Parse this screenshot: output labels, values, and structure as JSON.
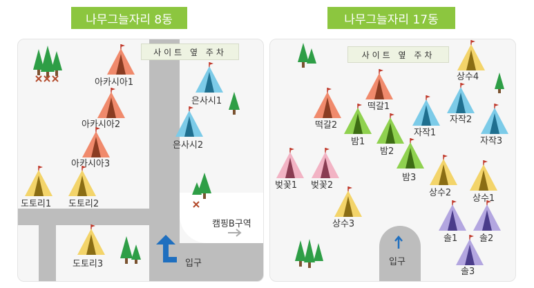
{
  "left_panel": {
    "title": "나무그늘자리 8동",
    "sign": "사이트 옆 주차",
    "entrance": "입구",
    "camping_b": "캠핑B구역",
    "sites": [
      {
        "label": "아카시아1",
        "color": "#f08a6c"
      },
      {
        "label": "아카시아2",
        "color": "#f08a6c"
      },
      {
        "label": "아카시아3",
        "color": "#f08a6c"
      },
      {
        "label": "은사시1",
        "color": "#7ccbe8"
      },
      {
        "label": "은사시2",
        "color": "#7ccbe8"
      },
      {
        "label": "도토리1",
        "color": "#f3d46a"
      },
      {
        "label": "도토리2",
        "color": "#f3d46a"
      },
      {
        "label": "도토리3",
        "color": "#f3d46a"
      }
    ]
  },
  "right_panel": {
    "title": "나무그늘자리 17동",
    "sign": "사이트 옆 주차",
    "entrance": "입구",
    "sites": [
      {
        "label": "떡갈1",
        "color": "#f08a6c"
      },
      {
        "label": "떡갈2",
        "color": "#f08a6c"
      },
      {
        "label": "밤1",
        "color": "#8fd14f"
      },
      {
        "label": "밤2",
        "color": "#8fd14f"
      },
      {
        "label": "밤3",
        "color": "#8fd14f"
      },
      {
        "label": "자작1",
        "color": "#7ccbe8"
      },
      {
        "label": "자작2",
        "color": "#7ccbe8"
      },
      {
        "label": "자작3",
        "color": "#7ccbe8"
      },
      {
        "label": "상수4",
        "color": "#f3d46a"
      },
      {
        "label": "상수2",
        "color": "#f3d46a"
      },
      {
        "label": "상수1",
        "color": "#f3d46a"
      },
      {
        "label": "상수3",
        "color": "#f3d46a"
      },
      {
        "label": "벚꽃1",
        "color": "#f2b3c4"
      },
      {
        "label": "벚꽃2",
        "color": "#f2b3c4"
      },
      {
        "label": "솔1",
        "color": "#b3a6e0"
      },
      {
        "label": "솔2",
        "color": "#b3a6e0"
      },
      {
        "label": "솔3",
        "color": "#b3a6e0"
      }
    ]
  },
  "colors": {
    "badge": "#8cc63f",
    "road": "#bdbdbd",
    "tree": "#2e9e46",
    "arrow": "#1f6fbf"
  }
}
